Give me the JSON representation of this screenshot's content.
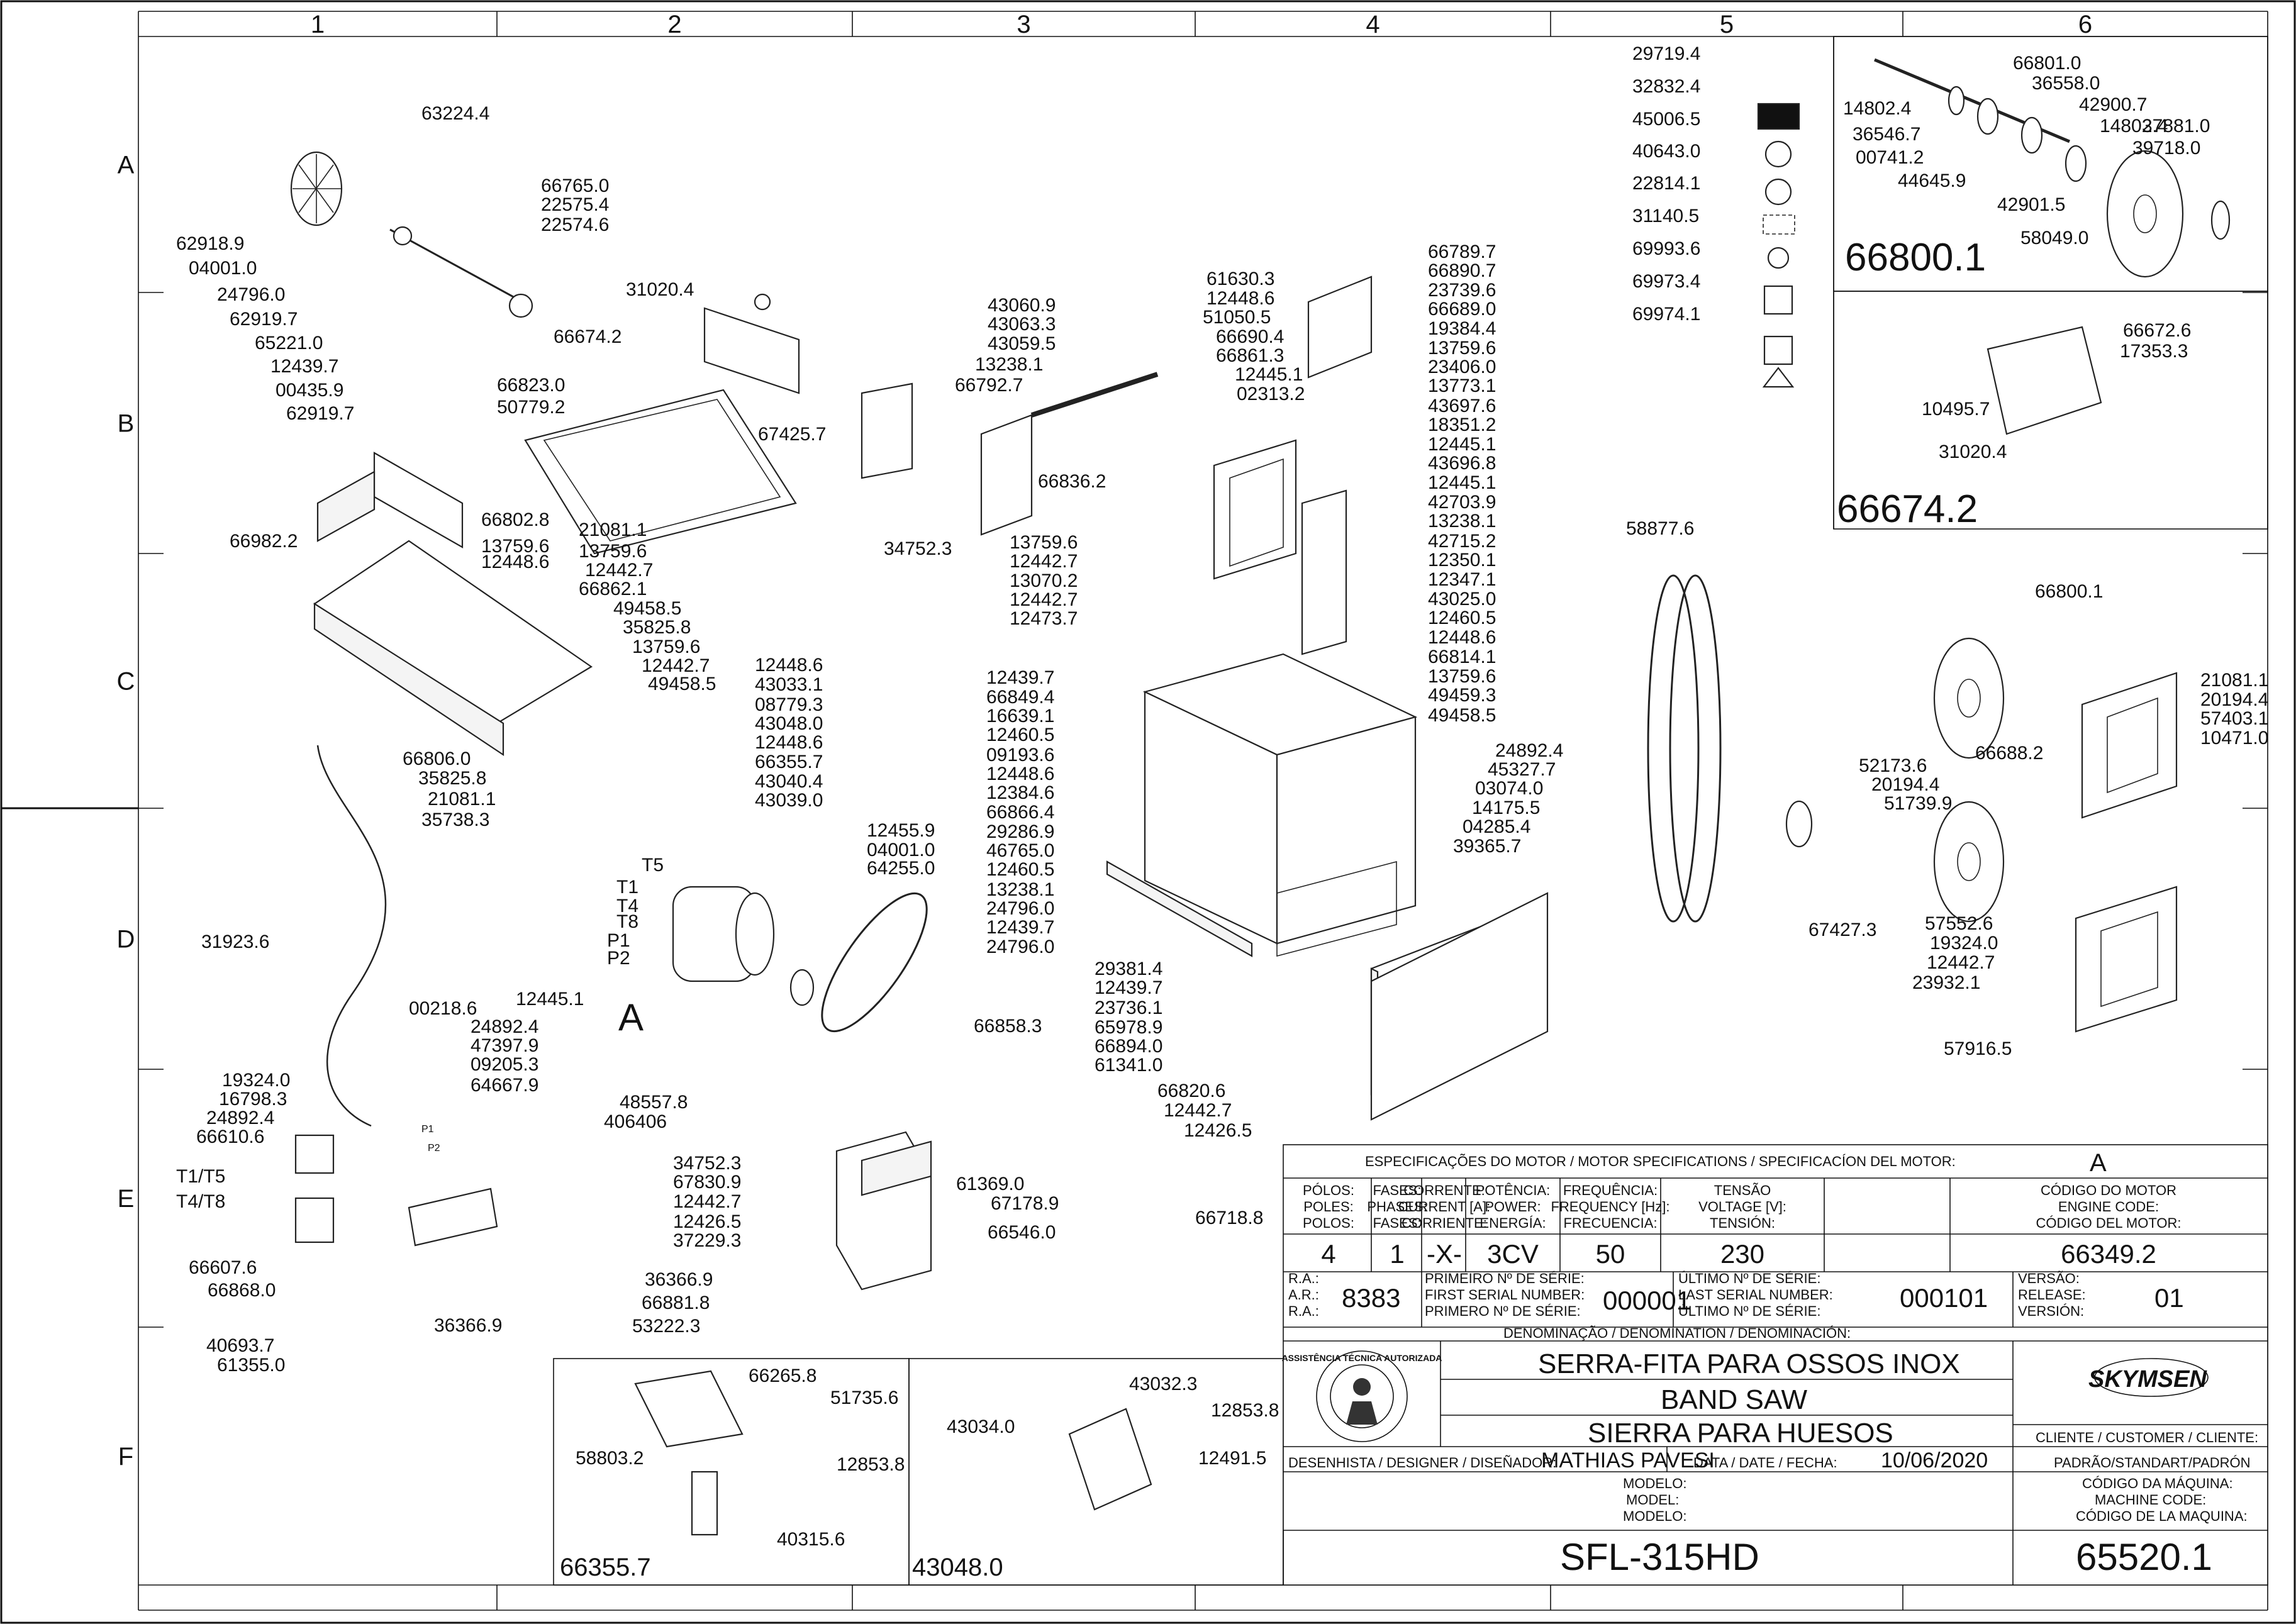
{
  "grid": {
    "columns": [
      "1",
      "2",
      "3",
      "4",
      "5",
      "6"
    ],
    "rows": [
      "A",
      "B",
      "C",
      "D",
      "E",
      "F"
    ]
  },
  "part_numbers": [
    "63224.4",
    "62918.9",
    "04001.0",
    "24796.0",
    "62919.7",
    "65221.0",
    "12439.7",
    "00435.9",
    "62919.7",
    "66765.0",
    "22575.4",
    "22574.6",
    "31020.4",
    "66674.2",
    "66823.0",
    "50779.2",
    "66982.2",
    "66802.8",
    "13759.6",
    "12448.6",
    "21081.1",
    "13759.6",
    "12442.7",
    "66862.1",
    "49458.5",
    "35825.8",
    "13759.6",
    "12442.7",
    "49458.5",
    "66806.0",
    "35825.8",
    "21081.1",
    "35738.3",
    "43060.9",
    "43063.3",
    "43059.5",
    "13238.1",
    "66792.7",
    "67425.7",
    "34752.3",
    "66836.2",
    "61630.3",
    "12448.6",
    "51050.5",
    "66690.4",
    "66861.3",
    "12445.1",
    "02313.2",
    "66789.7",
    "66890.7",
    "23739.6",
    "66689.0",
    "19384.4",
    "13759.6",
    "23406.0",
    "13773.1",
    "43697.6",
    "18351.2",
    "12445.1",
    "43696.8",
    "12445.1",
    "42703.9",
    "13238.1",
    "42715.2",
    "12350.1",
    "12347.1",
    "43025.0",
    "12460.5",
    "12448.6",
    "66814.1",
    "13759.6",
    "49459.3",
    "49458.5",
    "24892.4",
    "45327.7",
    "03074.0",
    "14175.5",
    "04285.4",
    "39365.7",
    "13759.6",
    "12442.7",
    "13070.2",
    "12442.7",
    "12473.7",
    "12448.6",
    "43033.1",
    "08779.3",
    "43048.0",
    "12448.6",
    "66355.7",
    "43040.4",
    "43039.0",
    "12439.7",
    "66849.4",
    "16639.1",
    "12460.5",
    "09193.6",
    "12448.6",
    "12384.6",
    "66866.4",
    "29286.9",
    "46765.0",
    "12460.5",
    "13238.1",
    "24796.0",
    "12439.7",
    "24796.0",
    "29381.4",
    "12439.7",
    "23736.1",
    "65978.9",
    "66894.0",
    "61341.0",
    "66820.6",
    "12442.7",
    "12426.5",
    "12455.9",
    "04001.0",
    "64255.0",
    "12445.1",
    "66858.3",
    "31923.6",
    "00218.6",
    "24892.4",
    "47397.9",
    "09205.3",
    "64667.9",
    "19324.0",
    "16798.3",
    "24892.4",
    "66610.6",
    "48557.8",
    "406406",
    "66718.8",
    "66607.6",
    "66868.0",
    "36366.9",
    "66881.8",
    "53222.3",
    "36366.9",
    "40693.7",
    "61355.0",
    "34752.3",
    "67830.9",
    "12442.7",
    "12426.5",
    "37229.3",
    "61369.0",
    "67178.9",
    "66546.0",
    "29719.4",
    "32832.4",
    "45006.5",
    "40643.0",
    "22814.1",
    "31140.5",
    "69993.6",
    "69973.4",
    "69974.1",
    "58877.6",
    "66801.0",
    "36558.0",
    "14802.4",
    "42900.7",
    "36546.7",
    "14802.4",
    "37881.0",
    "00741.2",
    "39718.0",
    "44645.9",
    "42901.5",
    "58049.0",
    "66672.6",
    "17353.3",
    "10495.7",
    "31020.4",
    "66800.1",
    "21081.1",
    "20194.4",
    "57403.1",
    "66688.2",
    "10471.0",
    "52173.6",
    "20194.4",
    "51739.9",
    "67427.3",
    "57552.6",
    "19324.0",
    "12442.7",
    "23932.1",
    "57916.5",
    "66265.8",
    "51735.6",
    "58803.2",
    "12853.8",
    "40315.6",
    "43032.3",
    "43034.0",
    "12853.8",
    "12491.5"
  ],
  "wire_labels": [
    "T5",
    "T1",
    "T4",
    "T8",
    "P1",
    "P2",
    "T1/T5",
    "T4/T8",
    "P1",
    "P2"
  ],
  "detail_labels": {
    "motor_detail": "A",
    "assembly_a": "66800.1",
    "assembly_b": "66674.2",
    "assembly_c": "66355.7",
    "assembly_d": "43048.0"
  },
  "title_block": {
    "motor_spec_header": "ESPECIFICAÇÕES DO MOTOR / MOTOR SPECIFICATIONS / SPECIFICACÍON DEL MOTOR:",
    "motor_spec_value": "A",
    "cols": [
      {
        "l1": "PÓLOS:",
        "l2": "POLES:",
        "l3": "POLOS:",
        "v": "4"
      },
      {
        "l1": "FASES:",
        "l2": "PHASES:",
        "l3": "FASES:",
        "v": "1"
      },
      {
        "l1": "CORRENTE:",
        "l2": "CURRENT [A]:",
        "l3": "CORRIENTE:",
        "v": "-X-"
      },
      {
        "l1": "POTÊNCIA:",
        "l2": "POWER:",
        "l3": "ENERGÍA:",
        "v": "3CV"
      },
      {
        "l1": "FREQUÊNCIA:",
        "l2": "FREQUENCY [Hz]:",
        "l3": "FRECUENCIA:",
        "v": "50"
      },
      {
        "l1": "TENSÃO",
        "l2": "VOLTAGE [V]:",
        "l3": "TENSIÓN:",
        "v": "230"
      },
      {
        "l1": "CÓDIGO DO MOTOR",
        "l2": "ENGINE CODE:",
        "l3": "CÓDIGO DEL MOTOR:",
        "v": "66349.2"
      }
    ],
    "ra": [
      "R.A.:",
      "A.R.:",
      "R.A.:"
    ],
    "ra_value": "8383",
    "first_serial_labels": [
      "PRIMEIRO Nº DE SÉRIE:",
      "FIRST SERIAL NUMBER:",
      "PRIMERO Nº DE SÉRIE:"
    ],
    "first_serial": "000001",
    "last_serial_labels": [
      "ÚLTIMO Nº DE SÉRIE:",
      "LAST SERIAL NUMBER:",
      "ÚLTIMO Nº DE SÉRIE:"
    ],
    "last_serial": "000101",
    "version_labels": [
      "VERSÃO:",
      "RELEASE:",
      "VERSIÓN:"
    ],
    "version": "01",
    "denomination_label": "DENOMINAÇÃO / DENOMINATION / DENOMINACIÓN:",
    "name_pt": "SERRA-FITA PARA OSSOS INOX",
    "name_en": "BAND SAW",
    "name_es": "SIERRA PARA HUESOS",
    "seal_text": "ASSISTÊNCIA TÉCNICA AUTORIZADA",
    "brand": "SKYMSEN",
    "client_label": "CLIENTE / CUSTOMER / CLIENTE:",
    "client_value": "PADRÃO/STANDART/PADRÓN",
    "designer_label": "DESENHISTA / DESIGNER / DISEÑADOR:",
    "designer": "MATHIAS PAVESI",
    "date_label": "DATA / DATE / FECHA:",
    "date": "10/06/2020",
    "model_labels": [
      "MODELO:",
      "MODEL:",
      "MODELO:"
    ],
    "model": "SFL-315HD",
    "machine_code_labels": [
      "CÓDIGO DA MÁQUINA:",
      "MACHINE CODE:",
      "CÓDIGO DE LA MAQUINA:"
    ],
    "machine_code": "65520.1"
  }
}
